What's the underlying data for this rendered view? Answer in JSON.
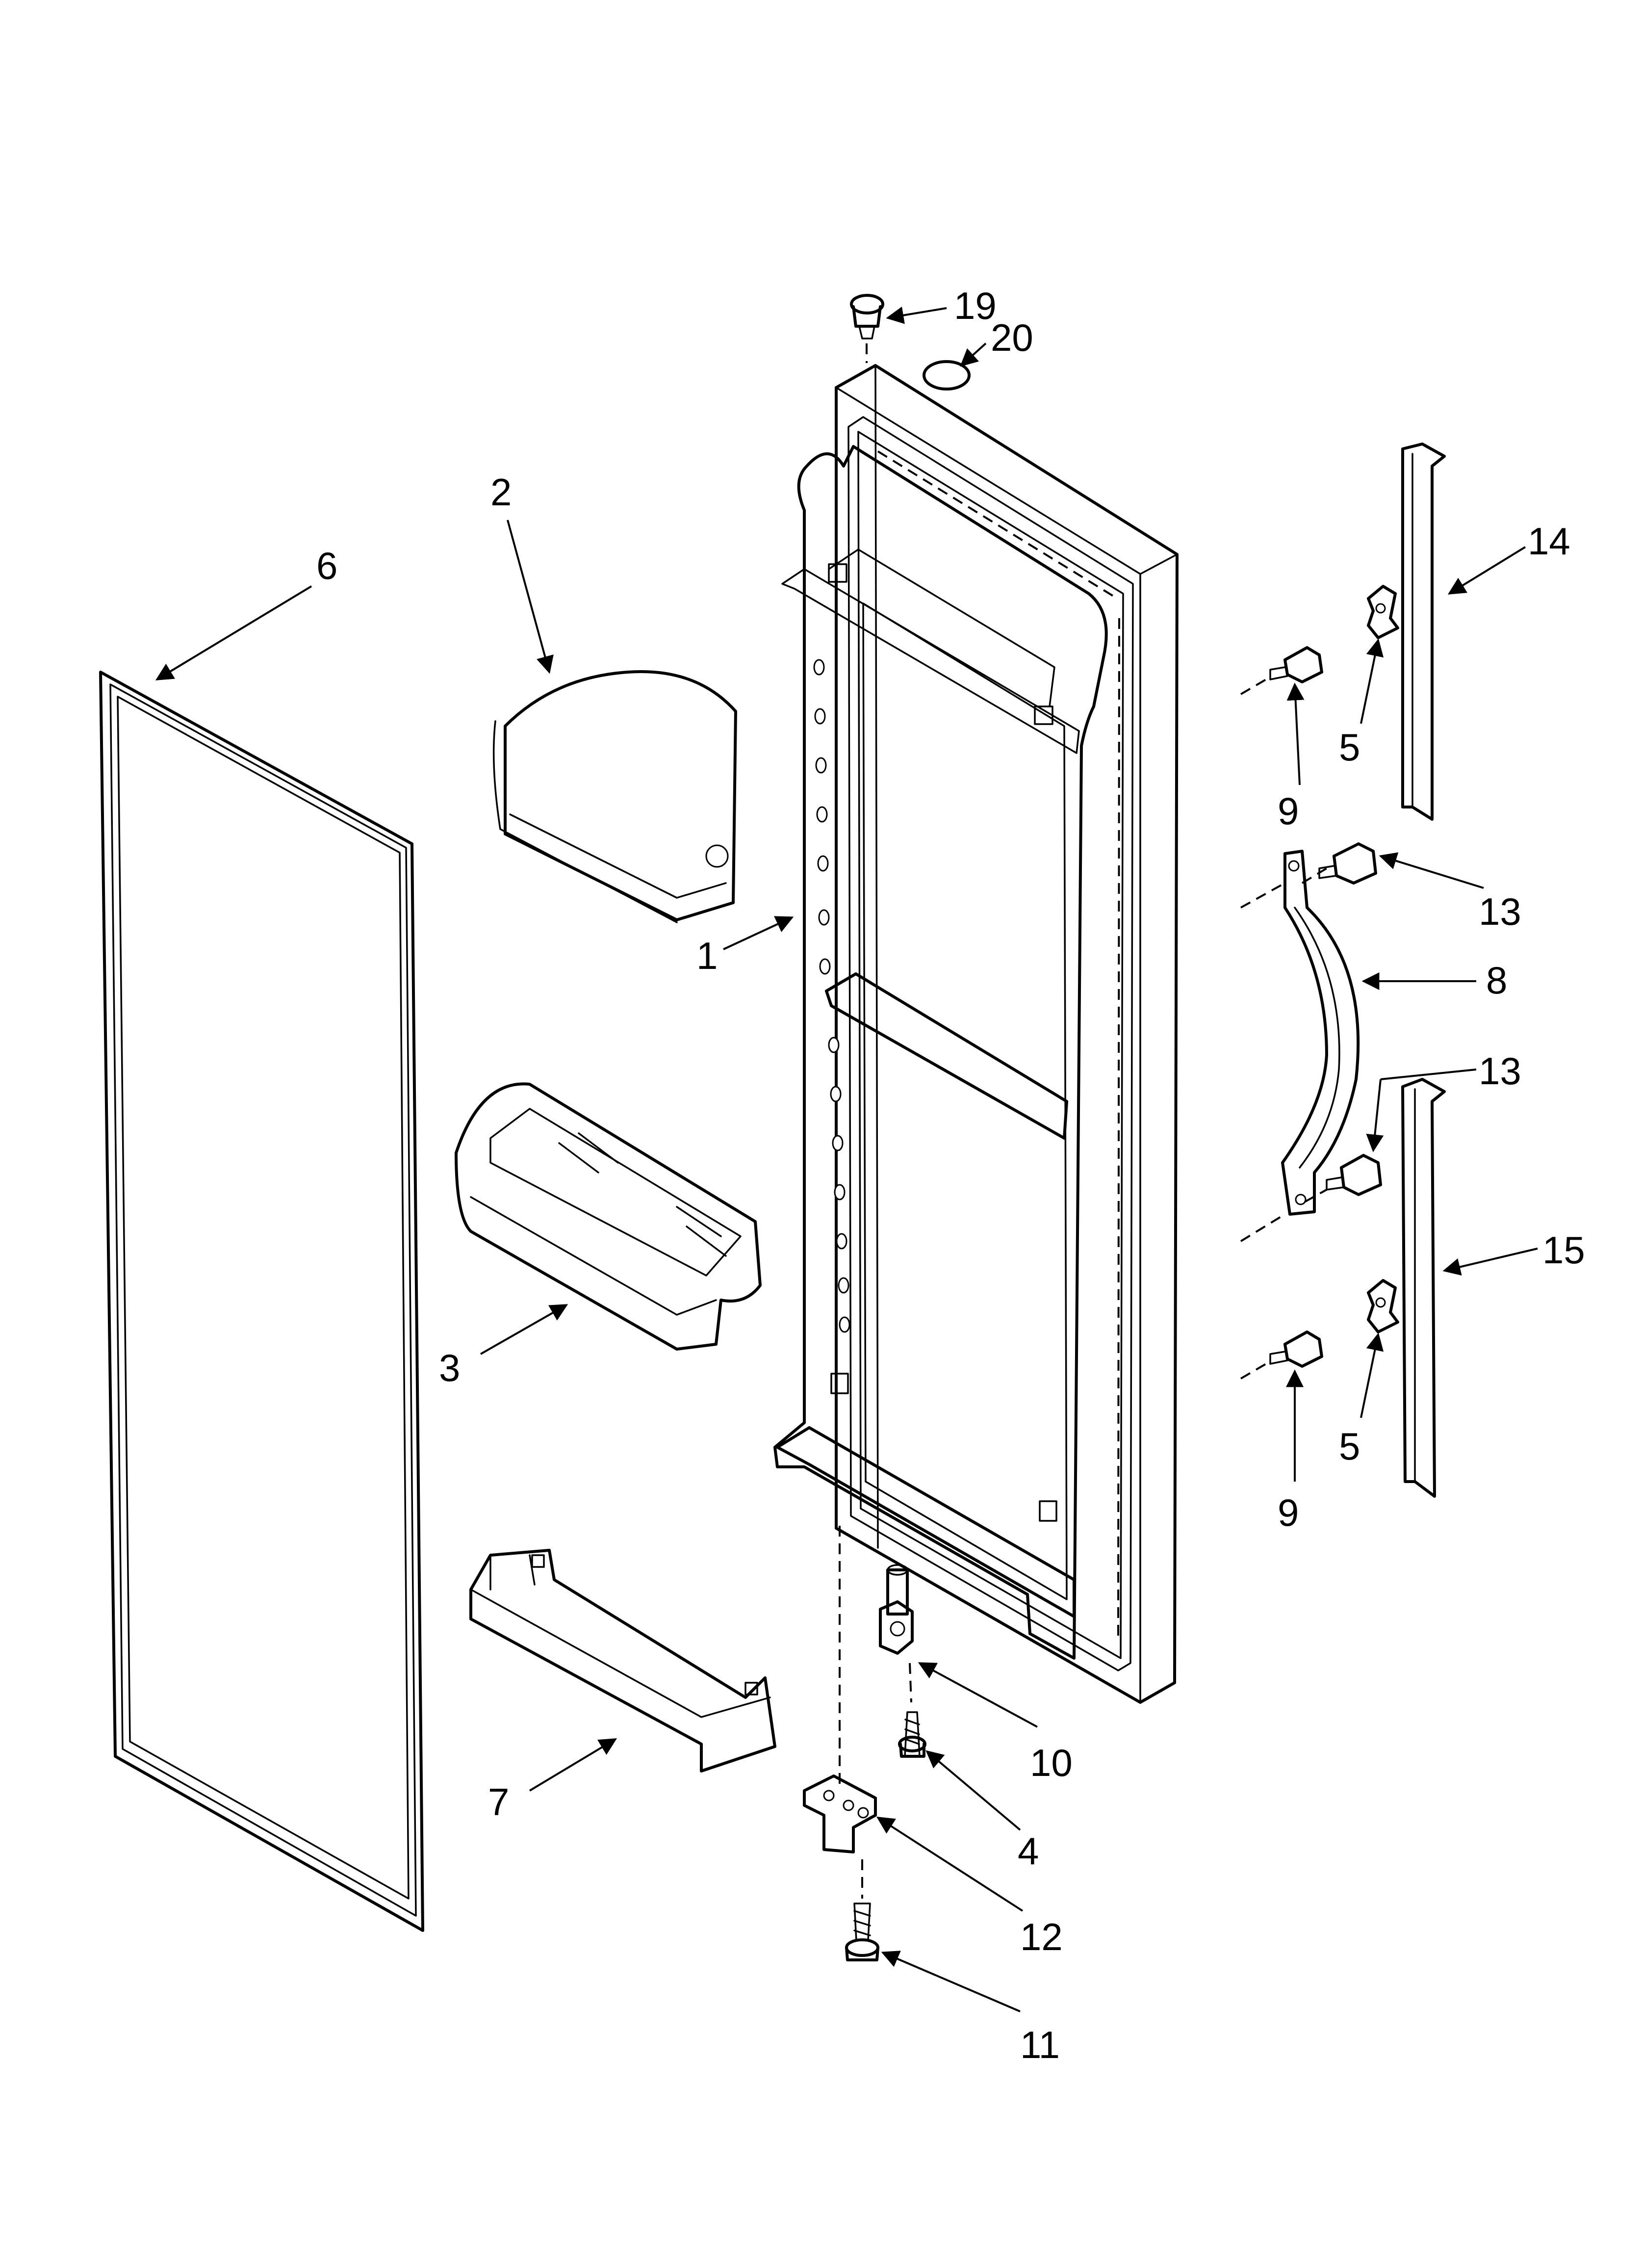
{
  "callouts": {
    "c1": "1",
    "c2": "2",
    "c3": "3",
    "c4": "4",
    "c5a": "5",
    "c5b": "5",
    "c6": "6",
    "c7": "7",
    "c8": "8",
    "c9a": "9",
    "c9b": "9",
    "c10": "10",
    "c11": "11",
    "c12": "12",
    "c13a": "13",
    "c13b": "13",
    "c14": "14",
    "c15": "15",
    "c19": "19",
    "c20": "20"
  },
  "colors": {
    "line": "#000000",
    "background": "#ffffff"
  }
}
